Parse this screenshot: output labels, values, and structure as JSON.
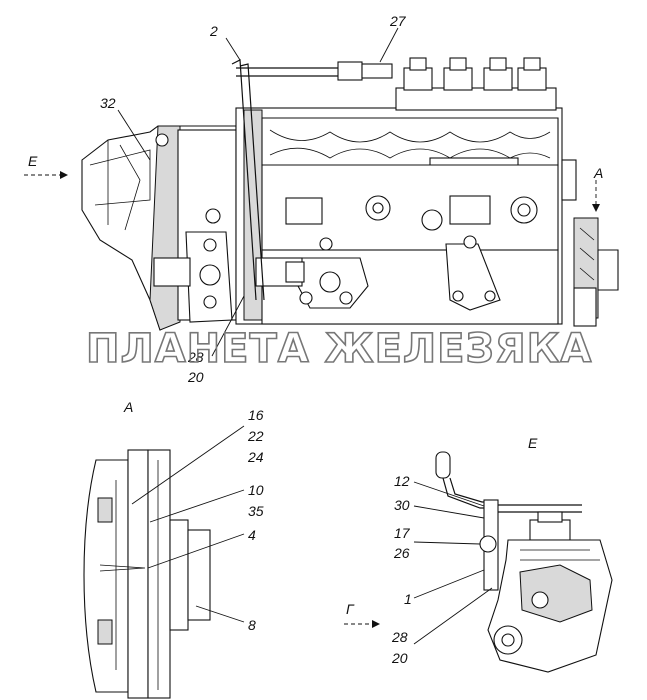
{
  "watermark": "ПЛАНЕТА ЖЕЛЕЗЯКА",
  "views": {
    "main": {
      "labels": [
        "2",
        "27",
        "32",
        "28",
        "20"
      ],
      "directions": [
        "E",
        "A"
      ]
    },
    "view_a": {
      "title": "A",
      "labels": [
        "16",
        "22",
        "24",
        "10",
        "35",
        "4",
        "8"
      ]
    },
    "view_e": {
      "title": "E",
      "labels": [
        "12",
        "30",
        "17",
        "26",
        "1",
        "28",
        "20"
      ],
      "direction": "Г"
    }
  }
}
